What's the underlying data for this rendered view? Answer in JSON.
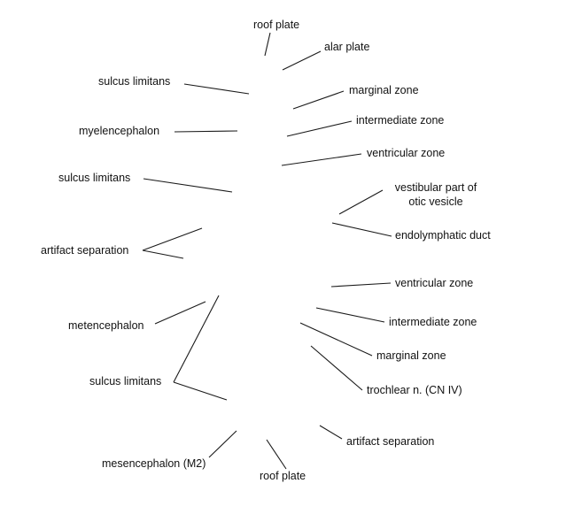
{
  "labels": {
    "roof_plate_top": "roof plate",
    "alar_plate": "alar plate",
    "sulcus_limitans_1": "sulcus limitans",
    "marginal_zone_1": "marginal zone",
    "myelencephalon": "myelencephalon",
    "intermediate_zone_1": "intermediate zone",
    "ventricular_zone_1": "ventricular zone",
    "sulcus_limitans_2": "sulcus limitans",
    "vestibular_line1": "vestibular part of",
    "vestibular_line2": "otic vesicle",
    "endolymphatic_duct": "endolymphatic duct",
    "artifact_separation_1": "artifact separation",
    "ventricular_zone_2": "ventricular zone",
    "metencephalon": "metencephalon",
    "intermediate_zone_2": "intermediate zone",
    "marginal_zone_2": "marginal zone",
    "sulcus_limitans_3": "sulcus limitans",
    "trochlear_nerve": "trochlear n. (CN IV)",
    "artifact_separation_2": "artifact separation",
    "mesencephalon": "mesencephalon (M2)",
    "roof_plate_bottom": "roof plate"
  }
}
